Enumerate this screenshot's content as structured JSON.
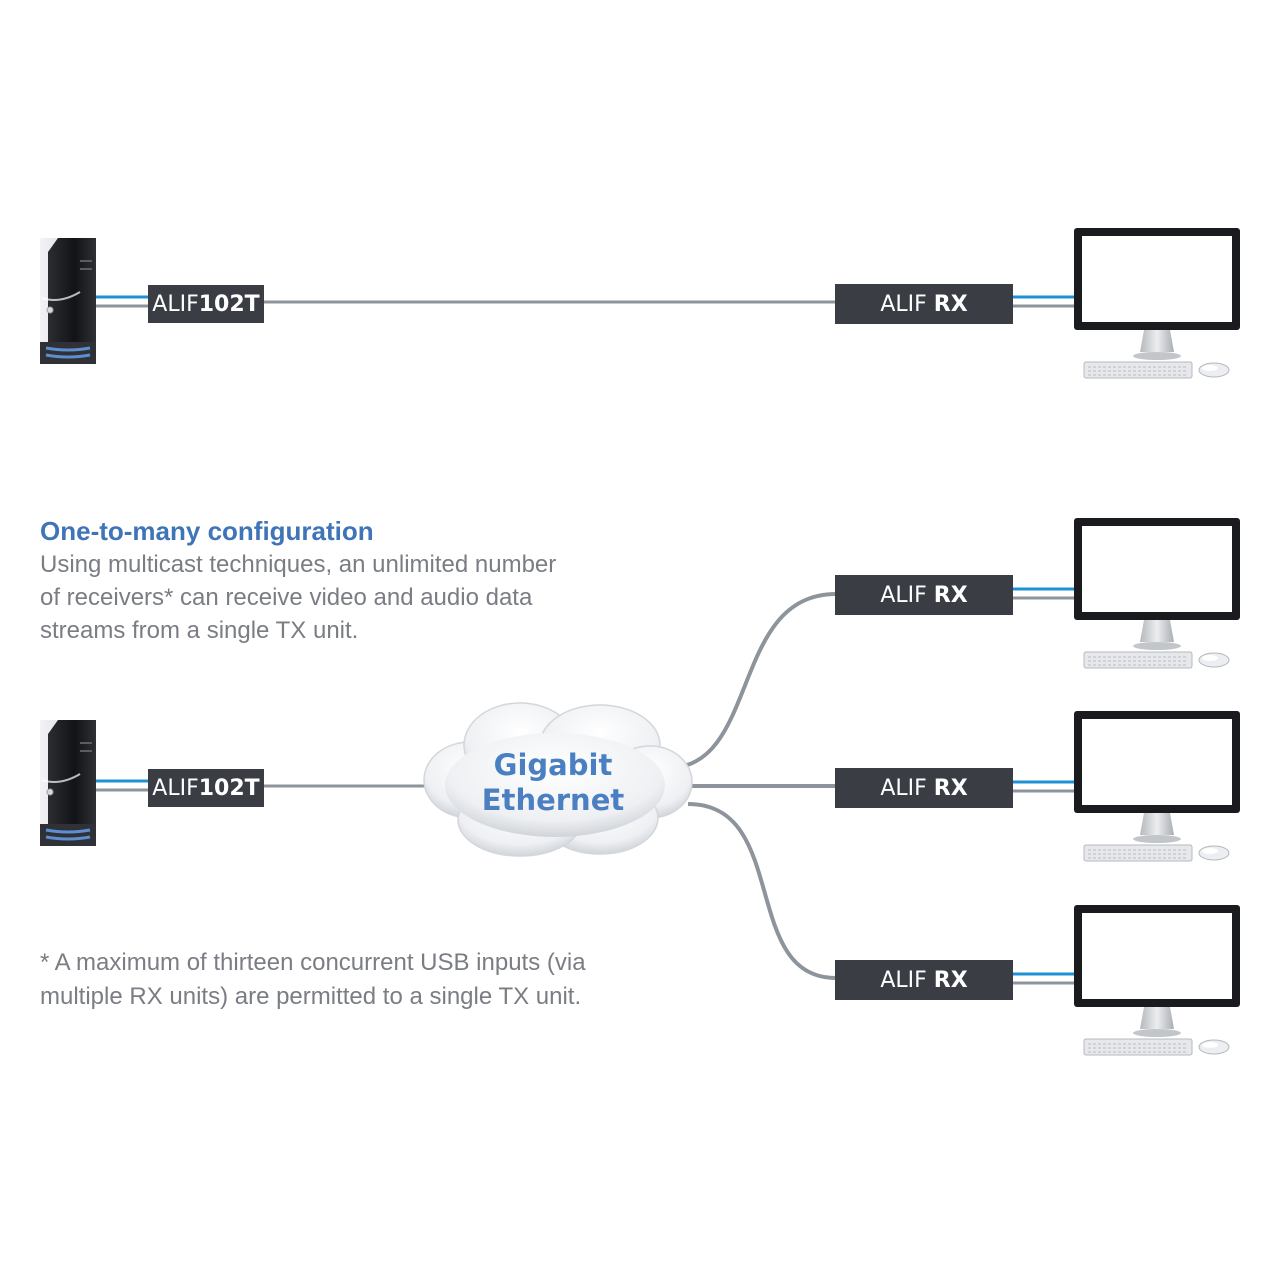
{
  "top_row": {
    "tx_label_prefix": "ALIF",
    "tx_label_strong": "102T",
    "rx_label_prefix": "ALIF ",
    "rx_label_strong": "RX"
  },
  "config": {
    "title": "One-to-many configuration",
    "description_lines": [
      "Using multicast techniques, an unlimited number",
      "of receivers* can receive video and audio data",
      "streams from a single TX unit."
    ]
  },
  "bottom_row": {
    "tx_label_prefix": "ALIF",
    "tx_label_strong": "102T",
    "network_line1": "Gigabit",
    "network_line2": "Ethernet",
    "receivers": [
      {
        "prefix": "ALIF ",
        "strong": "RX"
      },
      {
        "prefix": "ALIF ",
        "strong": "RX"
      },
      {
        "prefix": "ALIF ",
        "strong": "RX"
      }
    ]
  },
  "footnote_lines": [
    "* A maximum of thirteen concurrent USB inputs (via",
    "multiple RX units) are permitted to a single TX unit."
  ],
  "colors": {
    "cable_gray": "#8e949b",
    "cable_blue": "#1e90d6",
    "box": "#3a3d44",
    "accent": "#3f74b8"
  },
  "icons": [
    "tower-computer-icon",
    "monitor-icon",
    "keyboard-icon",
    "mouse-icon",
    "cloud-icon"
  ]
}
